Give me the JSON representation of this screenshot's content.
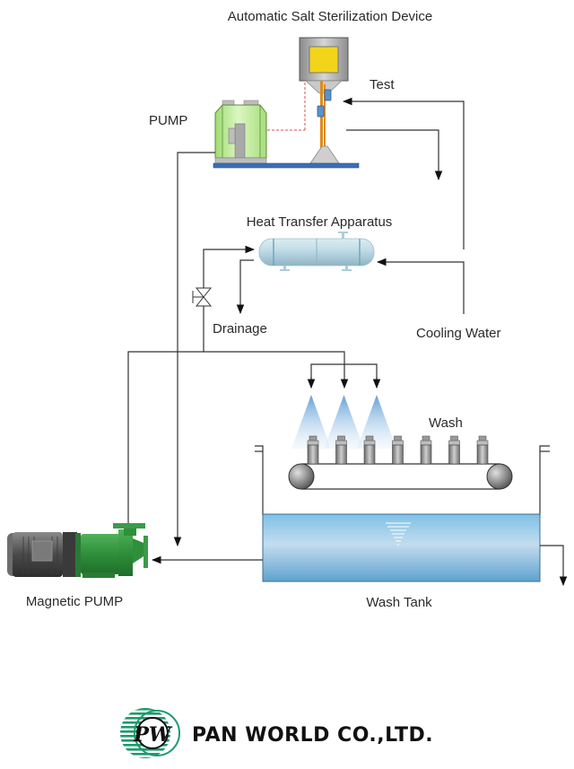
{
  "diagram": {
    "title": "Automatic Salt Sterilization Device",
    "labels": {
      "pump": "PUMP",
      "test": "Test",
      "heat_transfer": "Heat Transfer Apparatus",
      "drainage": "Drainage",
      "cooling_water": "Cooling Water",
      "wash": "Wash",
      "wash_tank": "Wash Tank",
      "magnetic_pump": "Magnetic PUMP"
    },
    "bottle_count": 7,
    "spray_nozzle_count": 3,
    "colors": {
      "pump_body": "#b8e68e",
      "device_box": "#a8a8a8",
      "device_window": "#f2d41a",
      "stand_pipe": "#e08a1a",
      "base_plate": "#3a6fb5",
      "heat_exchanger": "#b7d7e3",
      "tank_water": "#8cc4e4",
      "spray": "#6fa9d8",
      "magnetic_pump_green": "#2f8f3a",
      "motor_gray": "#5a5a5a",
      "logo_green": "#1d9a6c"
    }
  },
  "footer": {
    "company_name": "PAN WORLD CO.,LTD.",
    "logo_initials": "PW"
  }
}
